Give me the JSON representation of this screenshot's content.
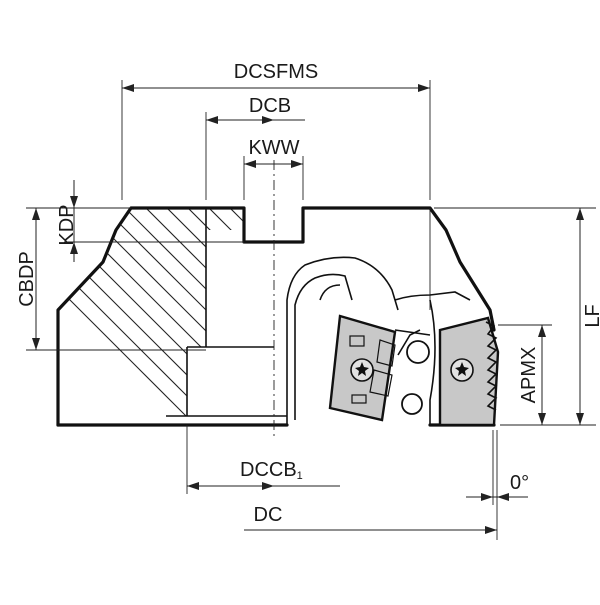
{
  "labels": {
    "dcsfms": "DCSFMS",
    "dcb": "DCB",
    "kww": "KWW",
    "kdp": "KDP",
    "cbdp": "CBDP",
    "lf": "LF",
    "apmx": "APMX",
    "dccb_main": "DCCB",
    "dccb_sub": "1",
    "dc": "DC",
    "angle": "0°"
  },
  "colors": {
    "line": "#111111",
    "insert_fill": "#c8c8c8",
    "background": "#ffffff"
  }
}
